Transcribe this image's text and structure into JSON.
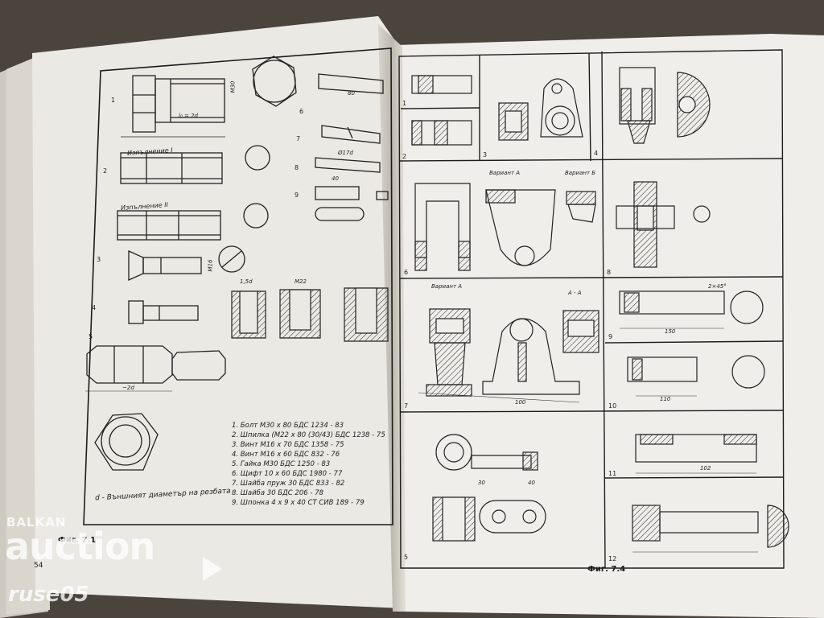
{
  "left_page": {
    "figure_caption": "Фиг. 7.1",
    "page_number": "54",
    "labels": {
      "version_1": "Изпълнение I",
      "version_2": "Изпълнение II",
      "d_note": "d - Външният диаметър на резбата"
    },
    "parts_list": [
      "1. Болт М30 х 80 БДС 1234 - 83",
      "2. Шпилка (М22 х 80 (30/43) БДС 1238 - 75",
      "3. Винт М16 х 70 БДС 1358 - 75",
      "4. Винт М16 х 60 БДС 832 - 76",
      "5. Гайка М30 БДС 1250 - 83",
      "6. Щифт 10 х 60 БДС 1980 - 77",
      "7. Шайба пруж 30 БДС 833 - 82",
      "8. Шайба 30 БДС 206 - 78",
      "9. Шпонка 4 х 9 х 40 СТ СИВ 189 - 79"
    ],
    "callouts": [
      "1",
      "2",
      "3",
      "4",
      "5",
      "6",
      "7",
      "8",
      "9"
    ],
    "dims": {
      "m30": "М30",
      "l2d": "l₀ = 2d",
      "m22": "М22",
      "l15d": "1,5d",
      "m16": "М16",
      "d_approx": "~2d",
      "d80": "80",
      "d40": "40",
      "d_small": "Ø17d"
    }
  },
  "right_page": {
    "figure_caption": "Фиг. 7.4",
    "variants": {
      "a": "Вариант А",
      "b": "Вариант Б",
      "aa": "А - А"
    },
    "cells": [
      "1",
      "2",
      "3",
      "4",
      "5",
      "6",
      "7",
      "8",
      "9",
      "10",
      "11",
      "12"
    ],
    "dims": {
      "d100": "100",
      "d150": "150",
      "d110": "110",
      "d102": "102",
      "d30": "30",
      "d40": "40",
      "chamfer": "2×45°"
    }
  },
  "watermark": {
    "brand_top": "BALKAN",
    "brand_main": "auction",
    "seller": "ruse05"
  }
}
